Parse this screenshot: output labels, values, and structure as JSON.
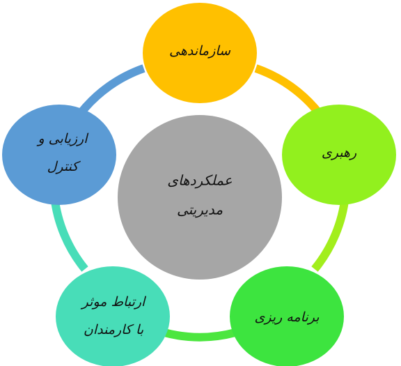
{
  "center": {
    "lines": [
      "عملکردهای",
      "مدیریتی"
    ],
    "color": "#A6A6A6"
  },
  "nodes": [
    {
      "lines": [
        "سازماندهی"
      ],
      "color": "#FFC000"
    },
    {
      "lines": [
        "رهبری"
      ],
      "color": "#92F01E"
    },
    {
      "lines": [
        "برنامه ریزی"
      ],
      "color": "#3DE43F"
    },
    {
      "lines": [
        "ارتباط موثر",
        "با کارمندان"
      ],
      "color": "#48DDB8"
    },
    {
      "lines": [
        "ارزیابی و",
        "کنترل"
      ],
      "color": "#5B9BD5"
    }
  ],
  "connectors": [
    {
      "color": "#FFC000"
    },
    {
      "color": "#A2EE1C"
    },
    {
      "color": "#4CE63F"
    },
    {
      "color": "#48DDB8"
    },
    {
      "color": "#5B9BD5"
    }
  ]
}
